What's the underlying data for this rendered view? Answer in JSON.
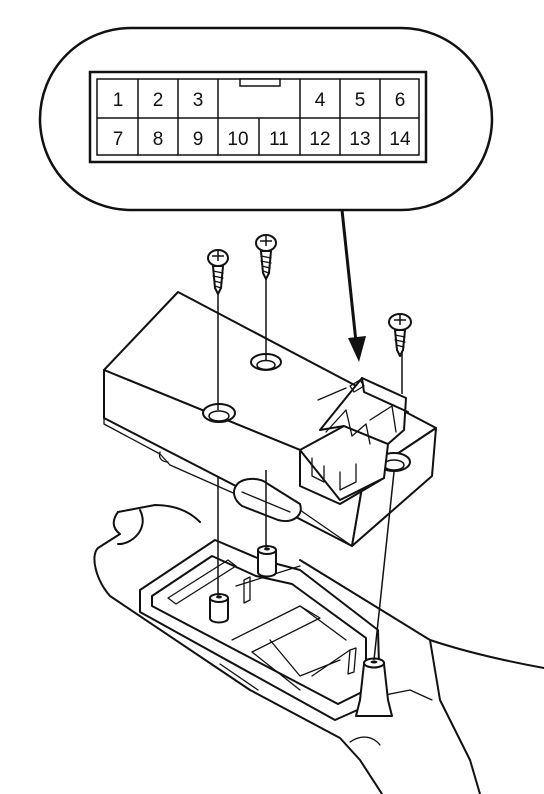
{
  "connector": {
    "top_row": [
      "1",
      "2",
      "3",
      "",
      "4",
      "5",
      "6"
    ],
    "bottom_row": [
      "7",
      "8",
      "9",
      "10",
      "11",
      "12",
      "13",
      "14"
    ]
  },
  "colors": {
    "ink": "#111111",
    "paper": "#ffffff"
  },
  "screws": {
    "count": 3
  }
}
